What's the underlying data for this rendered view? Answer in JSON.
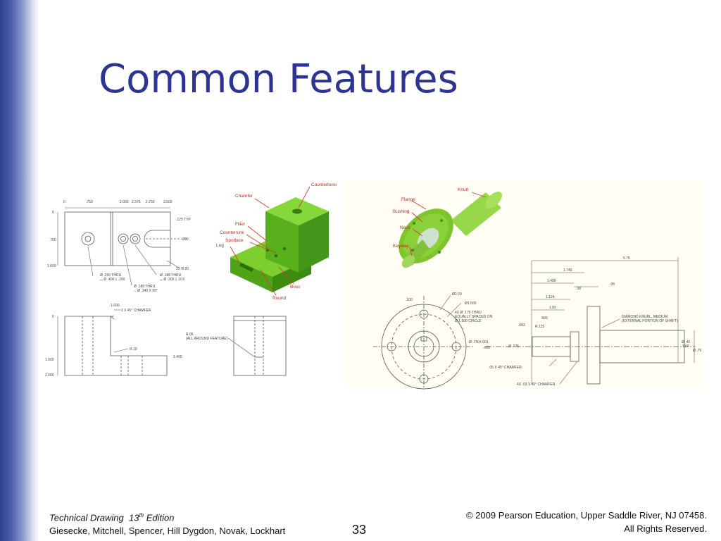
{
  "slide": {
    "title": "Common Features",
    "page_number": "33",
    "accent_color": "#2c3594",
    "sidebar_color": "#3b4a9c"
  },
  "footer": {
    "book_title": "Technical Drawing",
    "edition_number": "13",
    "edition_suffix": "th",
    "edition_word": "Edition",
    "authors": "Giesecke, Mitchell, Spencer, Hill Dygdon, Novak, Lockhart",
    "copyright": "© 2009 Pearson Education, Upper Saddle River, NJ 07458.",
    "rights": "All Rights Reserved."
  },
  "figure_left": {
    "model_color": "#5fbf1e",
    "feature_labels": [
      "Counterbore",
      "Chamfer",
      "Fillet",
      "Countersink",
      "Spotface",
      "Lug",
      "Boss",
      "Round"
    ],
    "dimension_notes": {
      "top_0": "0",
      "top_750": ".750",
      "top_2000": "2.000",
      "top_2375": "2.375",
      "top_2750": "2.750",
      "top_3500": "3.500",
      "left_0": "0",
      "left_700": ".700",
      "left_1600": "1.600",
      "typ": ".125 TYP",
      "slot": ".200",
      "rad": "2X R.20",
      "hole1a": "Ø .250 THRU",
      "hole1b": "⌴ Ø .400 ↧ .200",
      "hole2a": "Ø .188 THRU",
      "hole2b": "⌴ Ø .300 ↧ .010",
      "hole3a": "Ø .188 THRU",
      "hole3b": "⌵ Ø .340 X 90°",
      "chamfer": "1 X 45° CHAMFER",
      "fillet_r": "R.10",
      "round_note_a": "R.06",
      "round_note_b": "(ALL AROUND FEATURE)",
      "front_0": "0",
      "front_1500": "1.500",
      "front_2000": "2.000",
      "front_1400": "1.400",
      "front_top": "1.600"
    }
  },
  "figure_right": {
    "model_color": "#8ad13a",
    "feature_labels": [
      "Knurl",
      "Flange",
      "Bushing",
      "Neck",
      "Keyway"
    ],
    "dimension_notes": {
      "d575": "5.75",
      "d1749": "1.749",
      "d1499": "1.499",
      "d08a": ".08",
      "d08b": ".08",
      "d1124": "1.124",
      "d100": "1.00",
      "d505": ".505",
      "d200": "Ø2.00",
      "d1500": "Ø1.500",
      "d100r": ".100",
      "holes_a": "4X Ø .175 THRU",
      "holes_b": "EQUALLY SPACED ON",
      "holes_c": "Ø 1.500 CIRCLE",
      "knurl_a": "DIAMOND KNURL, MEDIUM",
      "knurl_b": "(EXTERNAL PORTION OF SHAFT)",
      "d093": ".093",
      "r125": "R.125",
      "d750": "Ø .750±.001",
      "d499": ".499",
      "d375": "Ø .375",
      "d46": "Ø .46",
      "typ": "TYP",
      "d75": "Ø .75",
      "cham1": ".05 X 45° CHAMFER",
      "cham2": "4X .03 X 45° CHAMFER"
    }
  }
}
